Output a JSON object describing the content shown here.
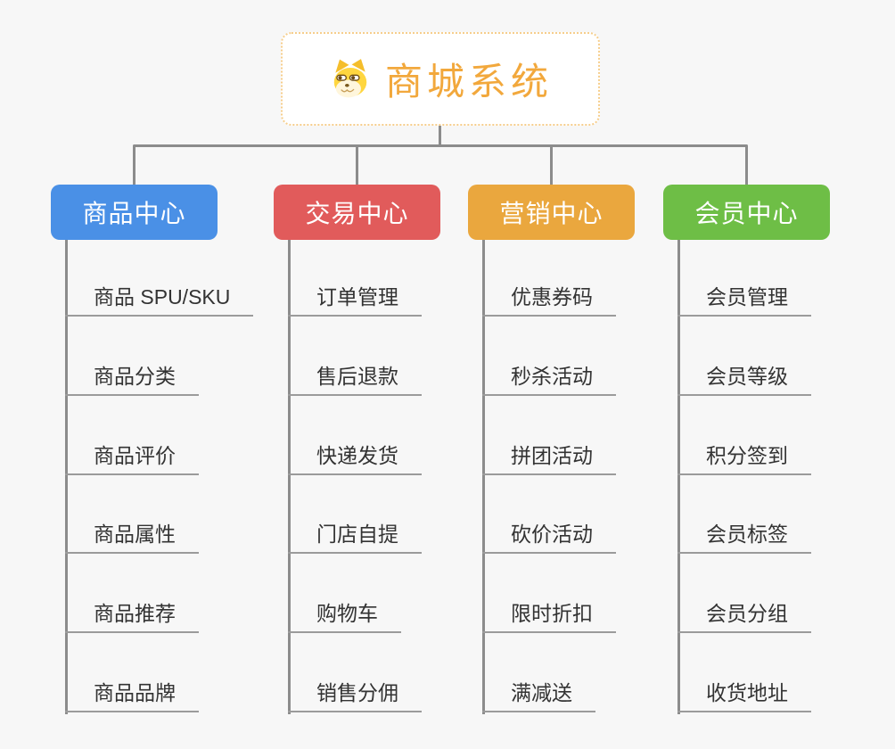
{
  "root": {
    "label": "商城系统",
    "icon": "dog-icon"
  },
  "colors": {
    "background": "#F7F7F7",
    "connector": "#8C8C8C",
    "underline": "#9B9B9B",
    "leaf_text": "#333333",
    "root_text": "#F2A83C",
    "root_border": "#F6CE8C",
    "root_background": "#FFFFFF"
  },
  "branches": [
    {
      "label": "商品中心",
      "color": "#4A90E6",
      "children": [
        "商品 SPU/SKU",
        "商品分类",
        "商品评价",
        "商品属性",
        "商品推荐",
        "商品品牌"
      ]
    },
    {
      "label": "交易中心",
      "color": "#E15B5B",
      "children": [
        "订单管理",
        "售后退款",
        "快递发货",
        "门店自提",
        "购物车",
        "销售分佣"
      ]
    },
    {
      "label": "营销中心",
      "color": "#EAA73E",
      "children": [
        "优惠券码",
        "秒杀活动",
        "拼团活动",
        "砍价活动",
        "限时折扣",
        "满减送"
      ]
    },
    {
      "label": "会员中心",
      "color": "#6EBE46",
      "children": [
        "会员管理",
        "会员等级",
        "积分签到",
        "会员标签",
        "会员分组",
        "收货地址"
      ]
    }
  ]
}
